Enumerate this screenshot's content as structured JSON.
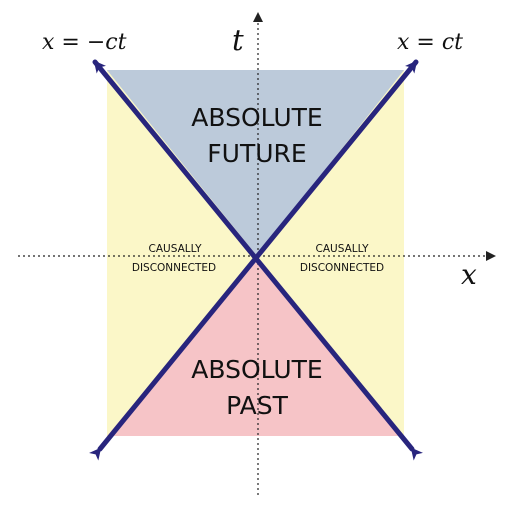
{
  "colors": {
    "background": "#ffffff",
    "causally_disconnected": "#fbf7c8",
    "absolute_future": "#bccada",
    "absolute_past": "#f6c4c7",
    "light_lines": "#28257d",
    "axes": "#222222",
    "text": "#111111"
  },
  "labels": {
    "left_line": "x = −ct",
    "right_line": "x = ct",
    "time_axis": "t",
    "space_axis": "x",
    "future_line1": "ABSOLUTE",
    "future_line2": "FUTURE",
    "past_line1": "ABSOLUTE",
    "past_line2": "PAST",
    "left_disconnected_line1": "CAUSALLY",
    "left_disconnected_line2": "DISCONNECTED",
    "right_disconnected_line1": "CAUSALLY",
    "right_disconnected_line2": "DISCONNECTED"
  },
  "icons": {
    "arrowheads": "arrowhead-icon"
  }
}
